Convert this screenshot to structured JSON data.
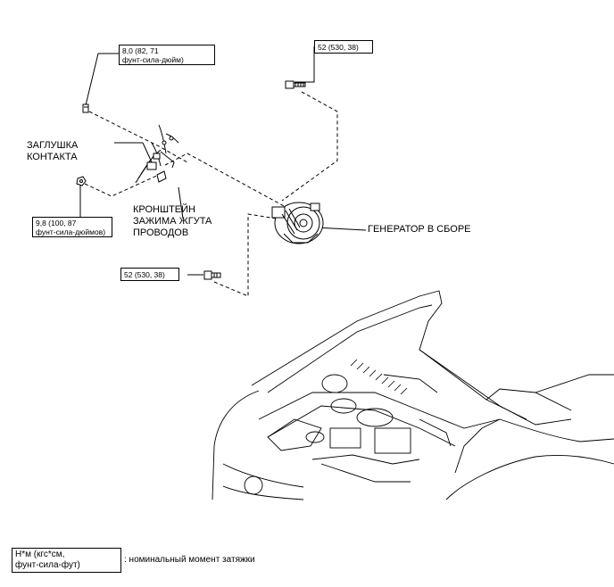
{
  "torque_specs": [
    {
      "line1": "8,0 (82, 71",
      "line2": "фунт-сила-дюйм)"
    },
    {
      "line1": "52 (530, 38)"
    },
    {
      "line1": "9,8 (100, 87",
      "line2": "фунт-сила-дюймов)"
    },
    {
      "line1": "52 (530, 38)"
    }
  ],
  "parts": {
    "connector_plug": [
      "ЗАГЛУШКА",
      "КОНТАКТА"
    ],
    "harness_bracket": [
      "КРОНШТЕЙН",
      "ЗАЖИМА ЖГУТА",
      "ПРОВОДОВ"
    ],
    "generator": "ГЕНЕРАТОР В СБОРЕ"
  },
  "legend": {
    "box_line1": "Н*м (кгс*см,",
    "box_line2": "фунт-сила-фут)",
    "description": ": номинальный момент затяжки"
  }
}
